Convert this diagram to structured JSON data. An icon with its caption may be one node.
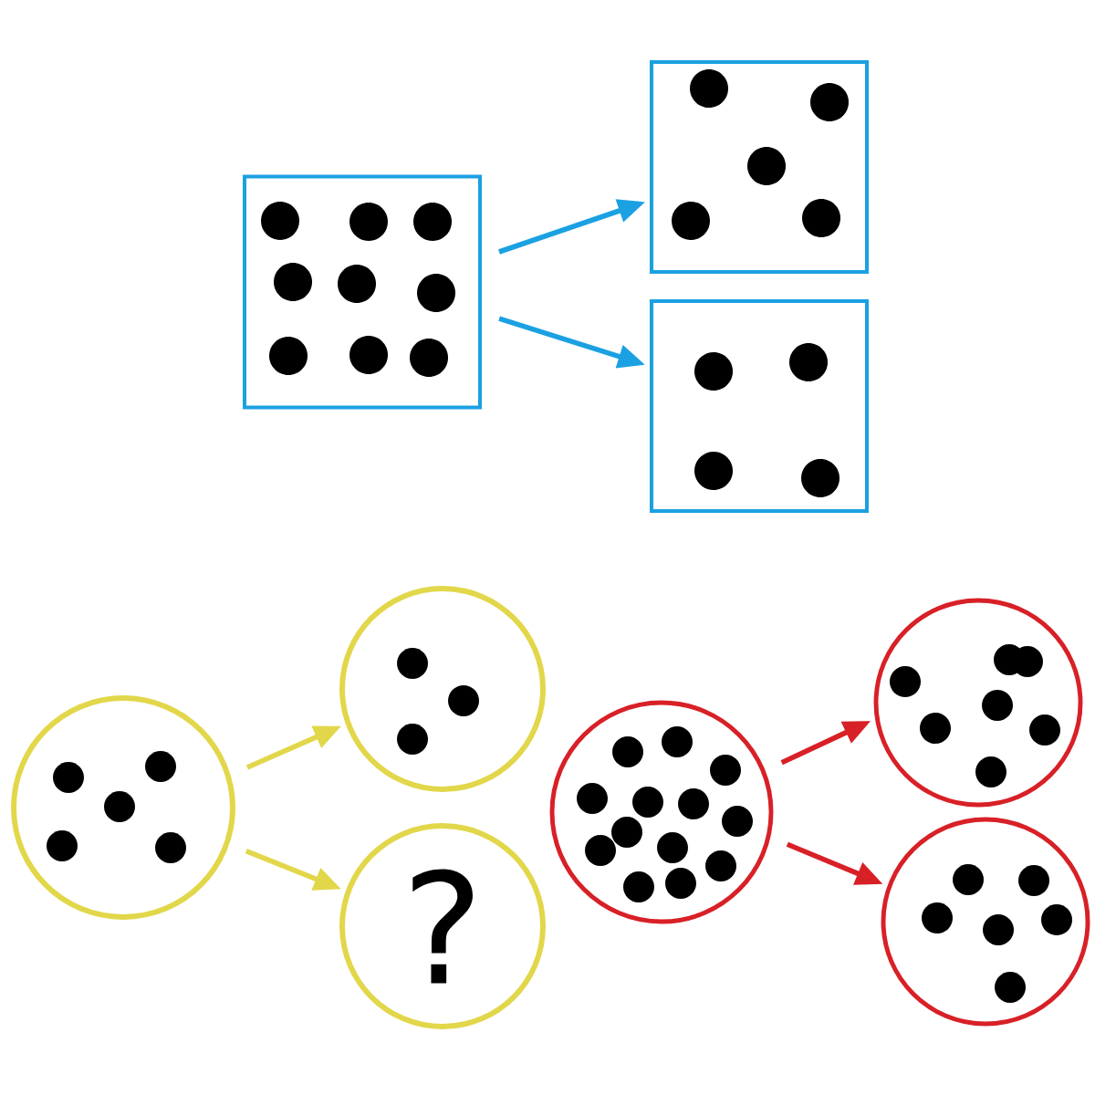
{
  "diagram": {
    "nodes": [
      {
        "text": [],
        "shape": "box"
      },
      {
        "text": [],
        "shape": "box"
      },
      {
        "text": [],
        "shape": "box"
      },
      {
        "text": [],
        "shape": "circle"
      },
      {
        "text": [],
        "shape": "circle"
      },
      {
        "text": [
          "?"
        ]
      },
      {
        "text": [],
        "shape": "circle"
      },
      {
        "text": [],
        "shape": "circle"
      },
      {
        "text": [],
        "shape": "circle"
      }
    ],
    "edges": [
      {
        "from": 0,
        "to": 1,
        "arrow": "to",
        "color": "#1ba1e2"
      },
      {
        "from": 0,
        "to": 2,
        "arrow": "to",
        "color": "#1ba1e2"
      },
      {
        "from": 3,
        "to": 4,
        "arrow": "to",
        "color": "#e2d74a"
      },
      {
        "from": 3,
        "to": 5,
        "arrow": "to",
        "color": "#e2d74a"
      },
      {
        "from": 6,
        "to": 7,
        "arrow": "to",
        "color": "#d82027"
      },
      {
        "from": 6,
        "to": 8,
        "arrow": "to",
        "color": "#d82027"
      }
    ]
  }
}
